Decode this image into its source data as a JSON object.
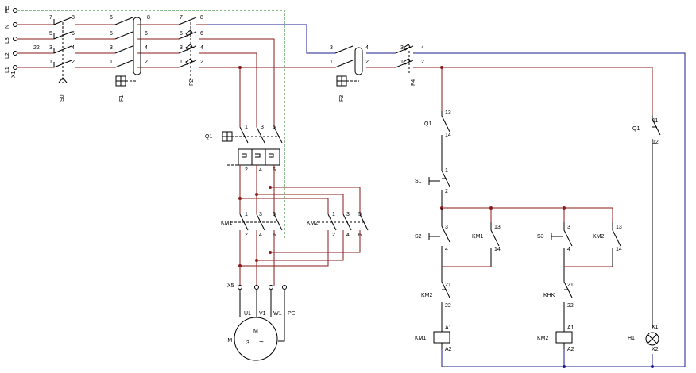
{
  "supply": {
    "terminal_ids": [
      "X1"
    ],
    "lines": [
      "PE",
      "N",
      "L3",
      "L2",
      "L1"
    ],
    "pins_main": [
      "7",
      "8",
      "5",
      "6",
      "3",
      "4",
      "1",
      "2",
      "22"
    ]
  },
  "devices": {
    "S0": "S0",
    "F1": "F1",
    "F2": "F2",
    "F3": "F3",
    "F4": "F4",
    "Q1": "Q1",
    "KM1": "KM1",
    "KM2": "KM2",
    "X5": "X5",
    "S1": "S1",
    "S2": "S2",
    "S3": "S3",
    "H1": "H1",
    "KM2_garbled": "KHK"
  },
  "motor": {
    "label": "M",
    "phases": "3",
    "tilde": "~",
    "tag": "-M",
    "terminals": [
      "U1",
      "V1",
      "W1",
      "PE"
    ]
  },
  "pins": {
    "p1": "1",
    "p2": "2",
    "p3": "3",
    "p4": "4",
    "p5": "5",
    "p6": "6",
    "p11": "11",
    "p12": "12",
    "p13": "13",
    "p14": "14",
    "p21": "21",
    "p22": "22",
    "A1": "A1",
    "A2": "A2",
    "X1": "X1",
    "X2": "X2"
  },
  "colors": {
    "power": "#8b1a1a",
    "neutral": "#1c1c8c",
    "pe": "#1f7a1f",
    "device": "#000000"
  }
}
